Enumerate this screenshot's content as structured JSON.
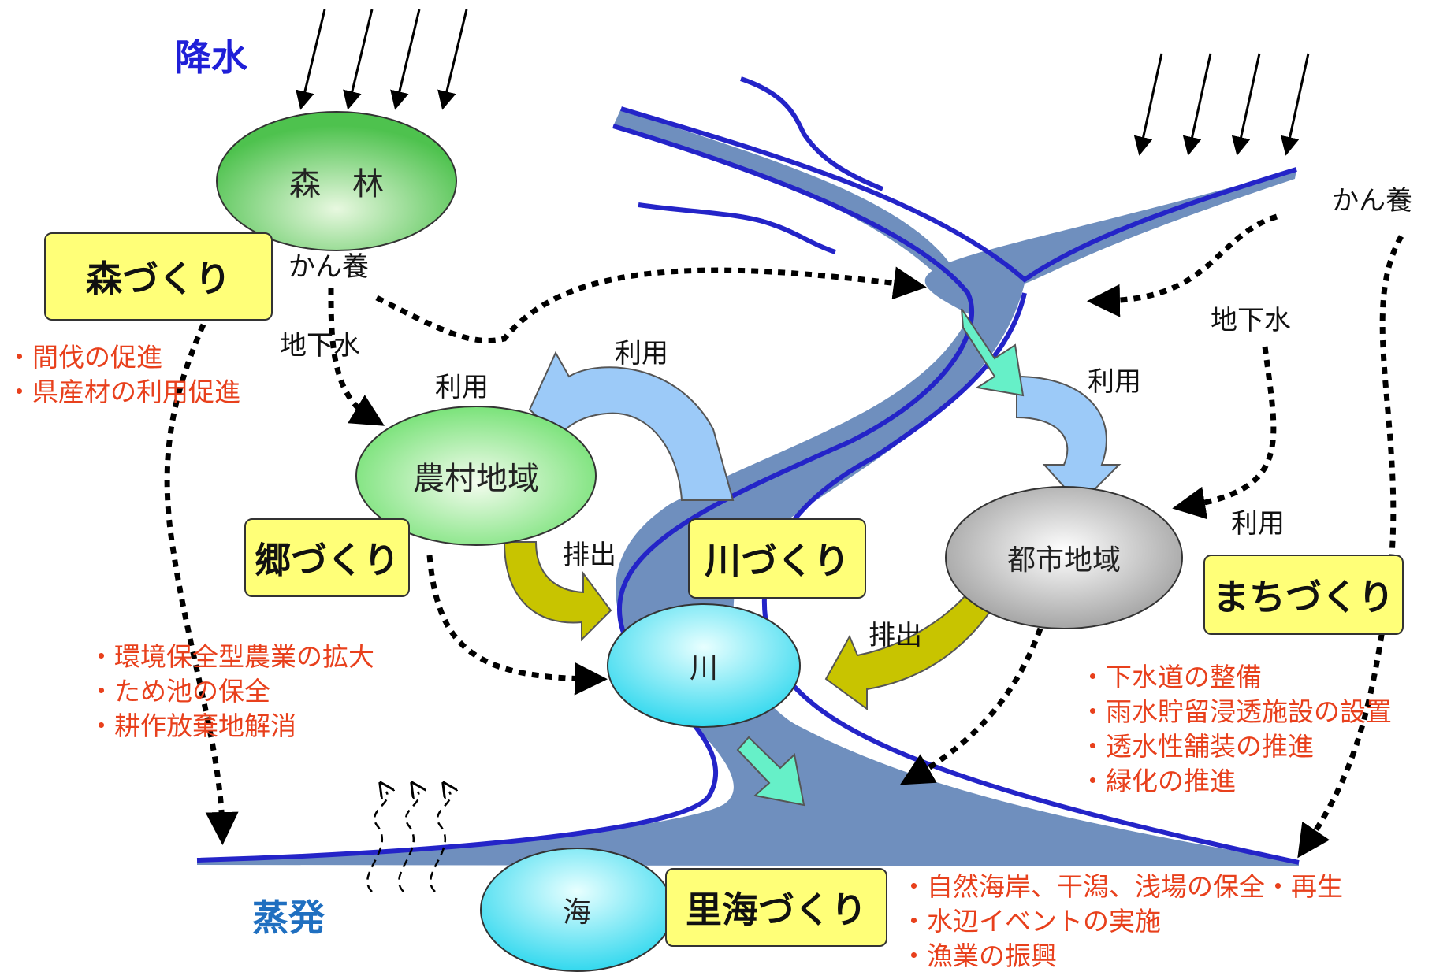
{
  "labels": {
    "precipitation": "降水",
    "evaporation": "蒸発",
    "recharge_left": "かん養",
    "recharge_right": "かん養",
    "groundwater_left": "地下水",
    "groundwater_right": "地下水",
    "use_farm_top": "利用",
    "use_farm_left": "利用",
    "use_city_top": "利用",
    "use_city_right": "利用",
    "discharge_farm": "排出",
    "discharge_city": "排出"
  },
  "nodes": {
    "forest": "森　林",
    "farm": "農村地域",
    "city": "都市地域",
    "river": "川",
    "sea": "海"
  },
  "boxes": {
    "forest_making": "森づくり",
    "village_making": "郷づくり",
    "river_making": "川づくり",
    "town_making": "まちづくり",
    "satoumi_making": "里海づくり"
  },
  "measures": {
    "forest": [
      "・間伐の促進",
      "・県産材の利用促進"
    ],
    "farm": [
      "・環境保全型農業の拡大",
      "・ため池の保全",
      "・耕作放棄地解消"
    ],
    "city": [
      "・下水道の整備",
      "・雨水貯留浸透施設の設置",
      "・透水性舗装の推進",
      "・緑化の推進"
    ],
    "sea": [
      "・自然海岸、干潟、浅場の保全・再生",
      "・水辺イベントの実施",
      "・漁業の振興"
    ]
  },
  "colors": {
    "river_fill": "#6f8fbe",
    "river_edge": "#2424c8",
    "use_arrow": "#9ccaf8",
    "discharge_arrow": "#c8c400",
    "flow_arrow": "#66f0c8",
    "box_fill": "#ffff78",
    "measure_text": "#e8401c"
  }
}
